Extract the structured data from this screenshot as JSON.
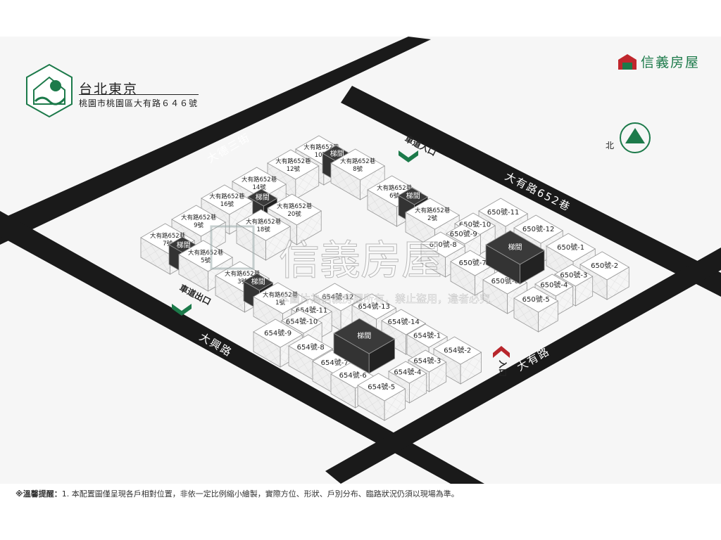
{
  "header": {
    "community_name": "台北東京",
    "address": "桃園市桃園區大有路６４６號"
  },
  "brand": {
    "name": "信義房屋",
    "color": "#1c7a4a"
  },
  "compass": {
    "label": "北"
  },
  "roads": [
    {
      "name": "大德三街"
    },
    {
      "name": "大有路652巷"
    },
    {
      "name": "大興路"
    },
    {
      "name": "大有路"
    }
  ],
  "markers": {
    "entrance": "車道入口",
    "exit": "車道出口",
    "pedestrian_entrance": "入口",
    "entrance_color": "#1c7a4a",
    "pedestrian_color": "#b8262c"
  },
  "stair_label": "梯間",
  "buildings": [
    {
      "label_lines": [
        "大有路652巷",
        "10號"
      ]
    },
    {
      "label_lines": [
        "大有路652巷",
        "12號"
      ]
    },
    {
      "label_lines": [
        "大有路652巷",
        "8號"
      ]
    },
    {
      "label_lines": [
        "大有路652巷",
        "14號"
      ]
    },
    {
      "label_lines": [
        "大有路652巷",
        "16號"
      ]
    },
    {
      "label_lines": [
        "大有路652巷",
        "20號"
      ]
    },
    {
      "label_lines": [
        "大有路652巷",
        "18號"
      ]
    },
    {
      "label_lines": [
        "大有路652巷",
        "9號"
      ]
    },
    {
      "label_lines": [
        "大有路652巷",
        "7號"
      ]
    },
    {
      "label_lines": [
        "大有路652巷",
        "5號"
      ]
    },
    {
      "label_lines": [
        "大有路652巷",
        "6號"
      ]
    },
    {
      "label_lines": [
        "大有路652巷",
        "2號"
      ]
    },
    {
      "label_lines": [
        "大有路652巷",
        "3號"
      ]
    },
    {
      "label_lines": [
        "大有路652巷",
        "1號"
      ]
    }
  ],
  "block_650": [
    "650號-11",
    "650號-10",
    "650號-9",
    "650號-12",
    "650號-8",
    "650號-1",
    "650號-7",
    "650號-2",
    "650號-6",
    "650號-3",
    "650號-4",
    "650號-5"
  ],
  "block_654": [
    "654號-12",
    "654號-13",
    "654號-11",
    "654號-10",
    "654號-14",
    "654號-9",
    "654號-1",
    "654號-8",
    "654號-2",
    "654號-7",
    "654號-3",
    "654號-6",
    "654號-4",
    "654號-5"
  ],
  "watermark": {
    "main": "信義房屋",
    "sub": "本圖片為信義房屋所有，禁止盜用，違者必究"
  },
  "footer_note": {
    "prefix": "※溫馨提醒：",
    "text": "1. 本配置圖僅呈現各戶相對位置，非依一定比例縮小繪製，實際方位、形狀、戶別分布、臨路狀況仍須以現場為準。"
  }
}
